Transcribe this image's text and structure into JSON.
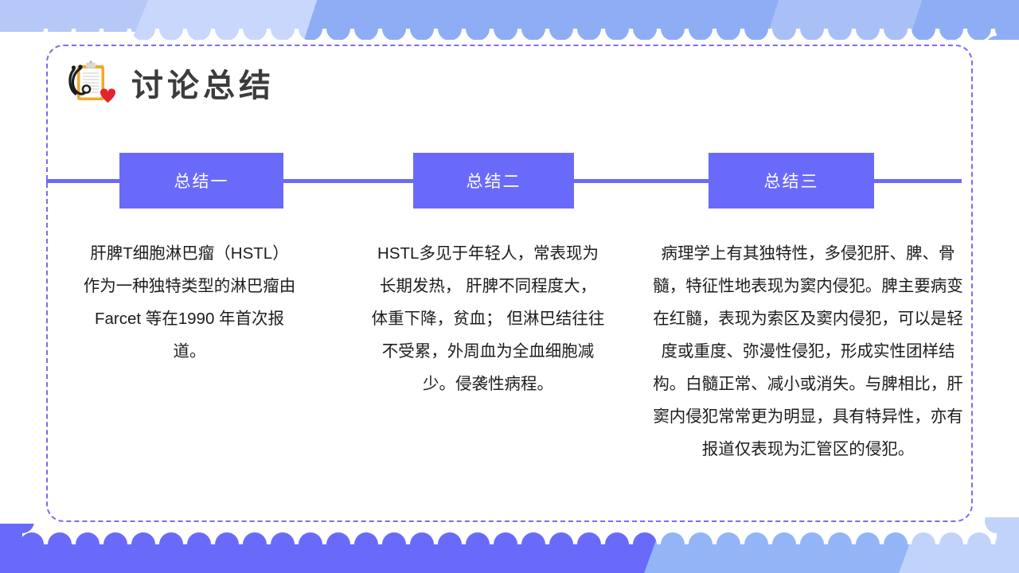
{
  "slide": {
    "title": "讨论总结",
    "title_icon": "clipboard-stethoscope-heart-icon",
    "colors": {
      "purple": "#6a6afa",
      "light_blue": "#b5c8f8",
      "mid_blue": "#8fadf4",
      "pale_blue": "#c2d3fb",
      "dashed_border": "#7b6cf0",
      "body_text": "#1d1d1d",
      "title_text": "#3c3c3c",
      "card": "#ffffff"
    }
  },
  "timeline": {
    "steps": [
      {
        "label": "总结一"
      },
      {
        "label": "总结二"
      },
      {
        "label": "总结三"
      }
    ]
  },
  "columns": [
    {
      "body": "肝脾T细胞淋巴瘤（HSTL）作为一种独特类型的淋巴瘤由Farcet 等在1990 年首次报道。"
    },
    {
      "body": "HSTL多见于年轻人，常表现为长期发热， 肝脾不同程度大， 体重下降，贫血； 但淋巴结往往不受累，外周血为全血细胞减少。侵袭性病程。"
    },
    {
      "body": "病理学上有其独特性，多侵犯肝、脾、骨髓，特征性地表现为窦内侵犯。脾主要病变在红髓，表现为索区及窦内侵犯，可以是轻度或重度、弥漫性侵犯，形成实性团样结构。白髓正常、减小或消失。与脾相比，肝窦内侵犯常常更为明显，具有特异性，亦有报道仅表现为汇管区的侵犯。"
    }
  ]
}
